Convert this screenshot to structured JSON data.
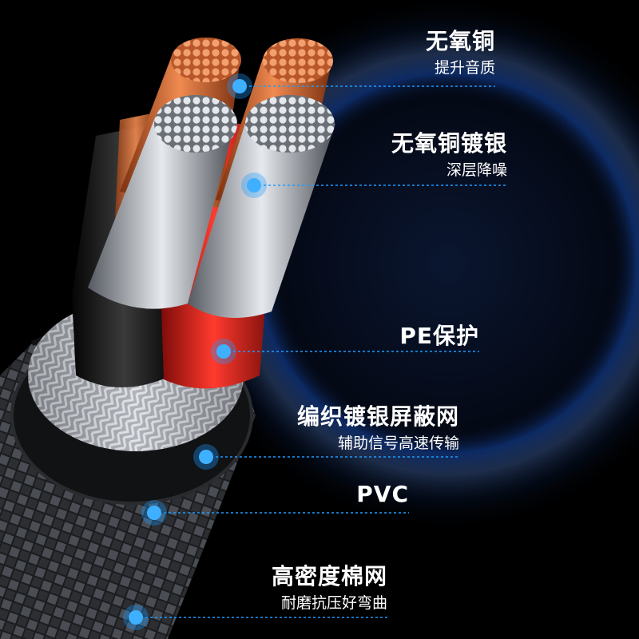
{
  "layers": [
    {
      "title": "无氧铜",
      "subtitle": "提升音质"
    },
    {
      "title": "无氧铜镀银",
      "subtitle": "深层降噪"
    },
    {
      "title": "PE保护",
      "subtitle": ""
    },
    {
      "title": "编织镀银屏蔽网",
      "subtitle": "辅助信号高速传输"
    },
    {
      "title": "PVC",
      "subtitle": ""
    },
    {
      "title": "高密度棉网",
      "subtitle": "耐磨抗压好弯曲"
    }
  ],
  "colors": {
    "accent": "#1e9bff",
    "copper": "#e0703a",
    "silver": "#c8ccd2",
    "red_insulation": "#d9221c",
    "black_insulation": "#1a1a1a",
    "background": "#000000"
  }
}
